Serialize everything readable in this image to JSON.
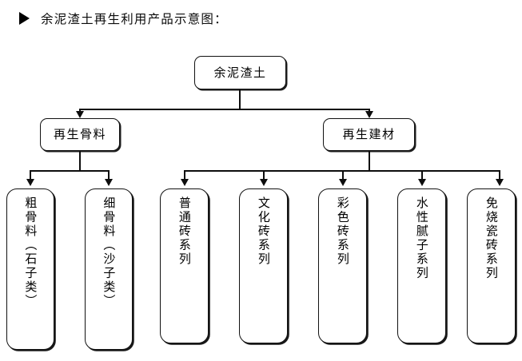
{
  "heading": {
    "bullet": "right-triangle",
    "text": "余泥渣土再生利用产品示意图："
  },
  "diagram": {
    "type": "tree-flowchart",
    "root": {
      "label": "余泥渣土"
    },
    "branches": [
      {
        "label": "再生骨料"
      },
      {
        "label": "再生建材"
      }
    ],
    "leaves": [
      {
        "label": "粗骨料（石子类）",
        "parent": "再生骨料"
      },
      {
        "label": "细骨料（沙子类）",
        "parent": "再生骨料"
      },
      {
        "label": "普通砖系列",
        "parent": "再生建材"
      },
      {
        "label": "文化砖系列",
        "parent": "再生建材"
      },
      {
        "label": "彩色砖系列",
        "parent": "再生建材"
      },
      {
        "label": "水性腻子系列",
        "parent": "再生建材"
      },
      {
        "label": "免烧瓷砖系列",
        "parent": "再生建材"
      }
    ],
    "colors": {
      "line": "#0d0d0d",
      "box_border": "#111111",
      "box_fill": "#ffffff",
      "text": "#000000"
    }
  }
}
